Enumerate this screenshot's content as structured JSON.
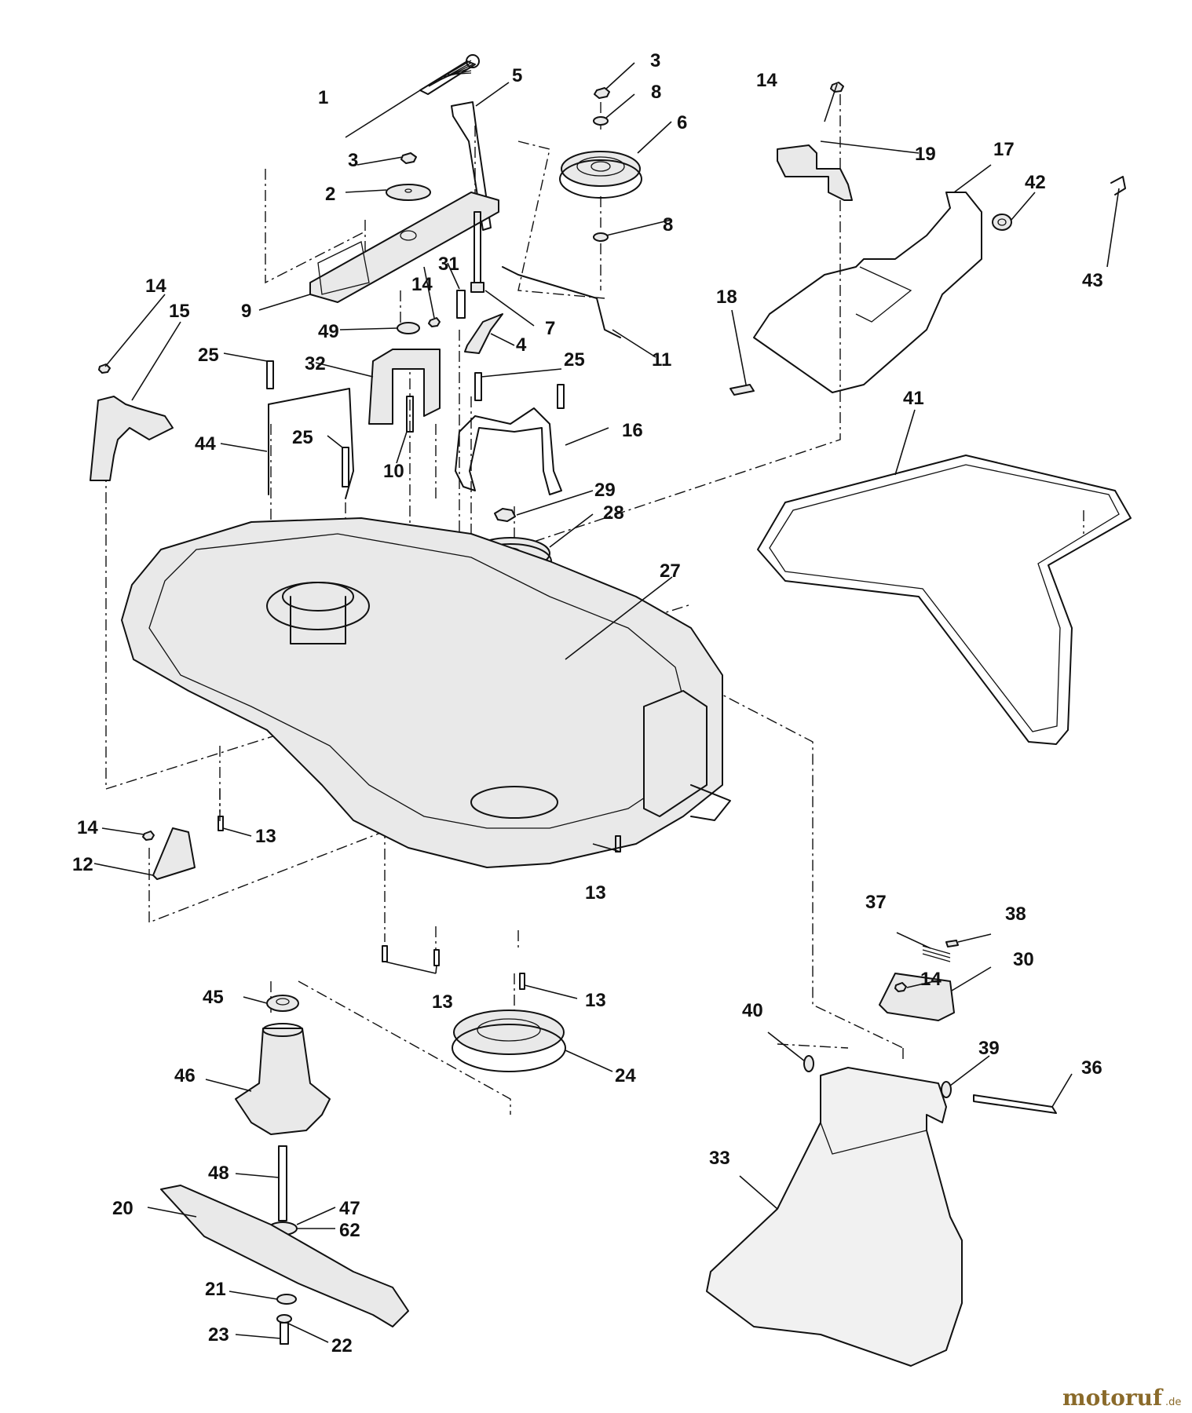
{
  "callouts": {
    "c1": "1",
    "c2": "2",
    "c3a": "3",
    "c3b": "3",
    "c4": "4",
    "c5": "5",
    "c6": "6",
    "c7": "7",
    "c8a": "8",
    "c8b": "8",
    "c9": "9",
    "c10": "10",
    "c11": "11",
    "c12": "12",
    "c13a": "13",
    "c13b": "13",
    "c13c": "13",
    "c13d": "13",
    "c14a": "14",
    "c14b": "14",
    "c14c": "14",
    "c14d": "14",
    "c14e": "14",
    "c15": "15",
    "c16": "16",
    "c17": "17",
    "c18": "18",
    "c19": "19",
    "c20": "20",
    "c21": "21",
    "c22": "22",
    "c23": "23",
    "c24": "24",
    "c25a": "25",
    "c25b": "25",
    "c25c": "25",
    "c27": "27",
    "c28": "28",
    "c29": "29",
    "c30": "30",
    "c31": "31",
    "c32": "32",
    "c33": "33",
    "c36": "36",
    "c37": "37",
    "c38": "38",
    "c39": "39",
    "c40": "40",
    "c41": "41",
    "c42": "42",
    "c43": "43",
    "c44": "44",
    "c45": "45",
    "c46": "46",
    "c47": "47",
    "c48": "48",
    "c49": "49",
    "c62": "62"
  },
  "watermark": {
    "brand": "motoruf",
    "suffix": ".de",
    "color": "#8a6a2a"
  }
}
